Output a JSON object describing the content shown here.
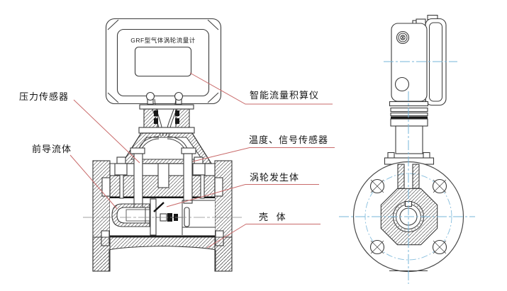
{
  "diagram": {
    "device_title": "GRF型气体涡轮流量计",
    "labels": {
      "pressure_sensor": "压力传感器",
      "flow_guide": "前导流体",
      "totalizer": "智能流量积算仪",
      "temp_signal_sensor": "温度、信号传感器",
      "turbine_body": "涡轮发生体",
      "housing": "壳 体"
    },
    "colors": {
      "leader_line": "#c96a6a",
      "centerline_blue": "#74b4da",
      "drawing_line": "#3b3b3b"
    }
  }
}
